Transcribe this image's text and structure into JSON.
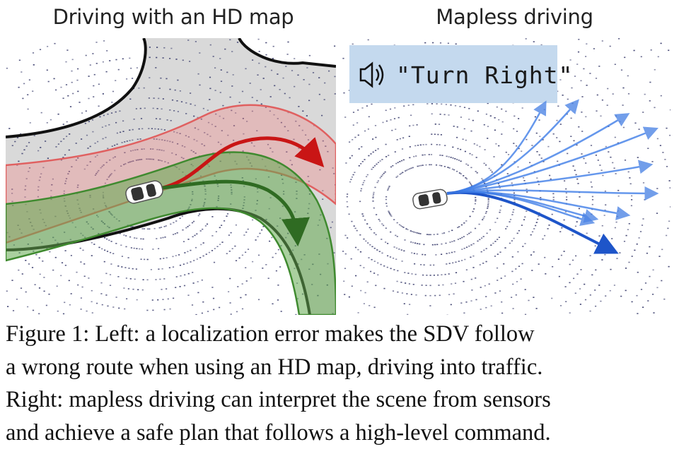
{
  "panels": {
    "left": {
      "title": "Driving with an HD map"
    },
    "right": {
      "title": "Mapless driving",
      "command": "\"Turn Right\""
    }
  },
  "caption": {
    "lines": [
      "Figure 1: Left: a localization error makes the SDV follow",
      "a wrong route when using an HD map, driving into traffic.",
      "Right: mapless driving can interpret the scene from sensors",
      "and achieve a safe plan that follows a high-level command."
    ]
  },
  "colors": {
    "lidar_points": "#3c3f6e",
    "map_region": "#d9d9d9",
    "wrong_route": "#d42020",
    "correct_route": "#3a8a2e",
    "mapless_plan": "#3f7ee8",
    "command_box": "#c4d9ee"
  },
  "icons": {
    "command": "speaker-icon",
    "vehicle": "car-icon"
  }
}
